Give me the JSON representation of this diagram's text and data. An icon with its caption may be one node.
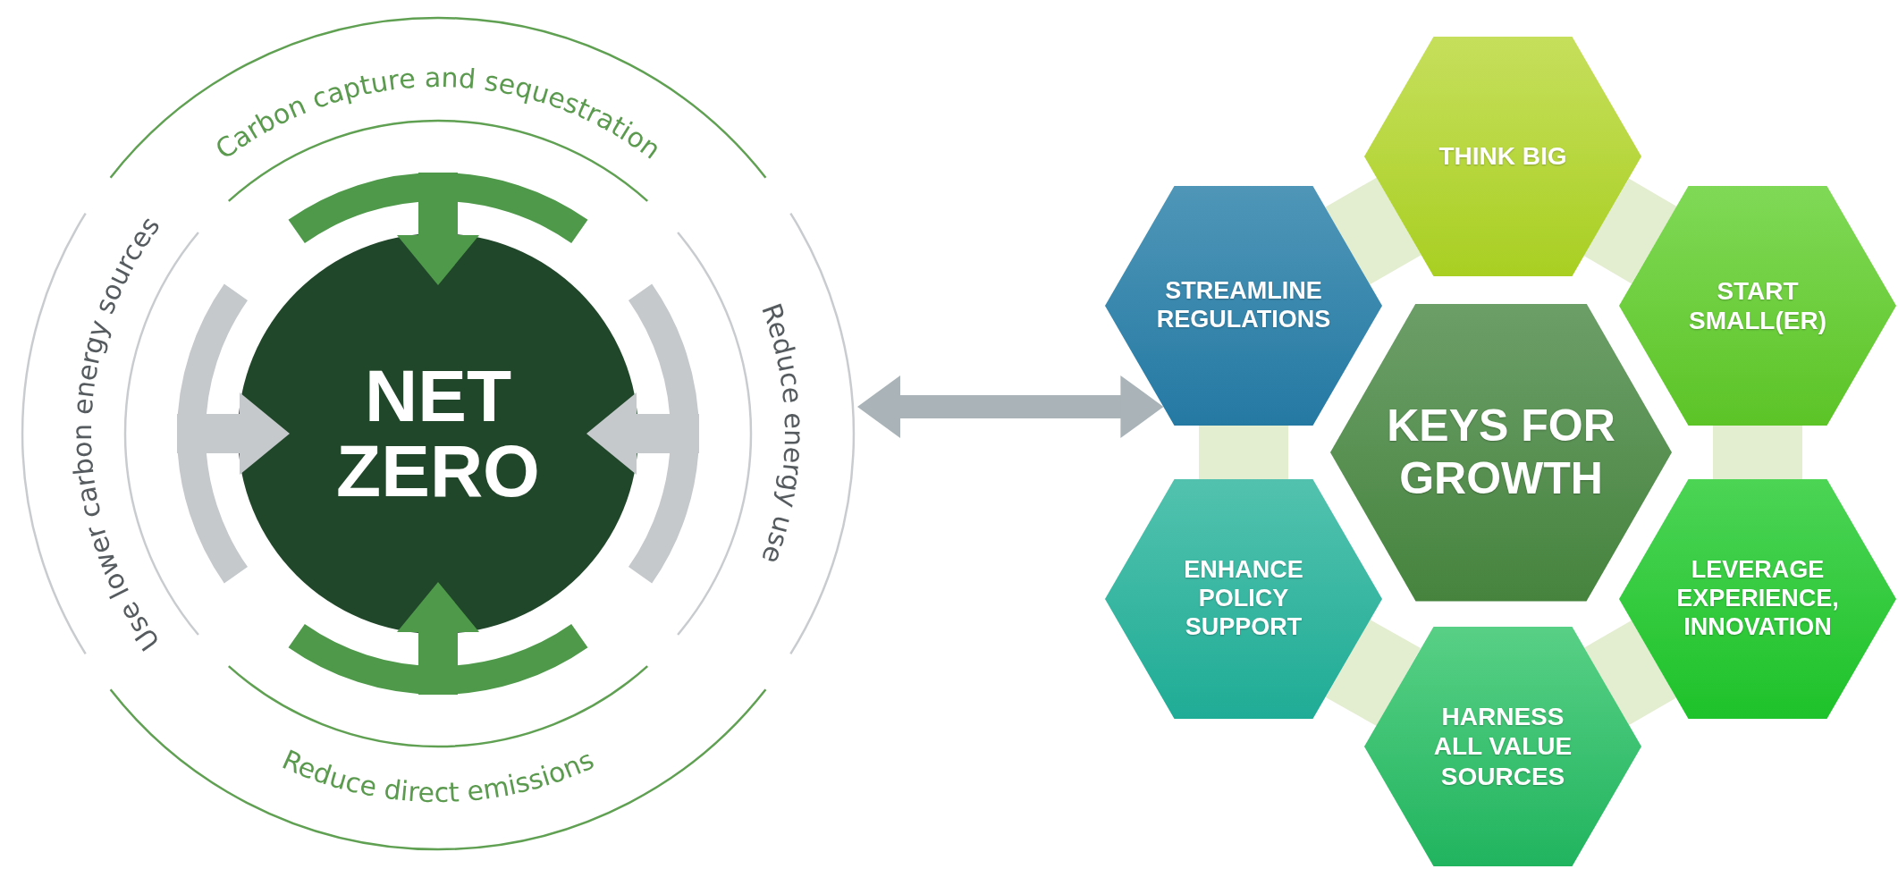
{
  "diagram": {
    "nodes": [
      {
        "text": [],
        "shape": "circle"
      },
      {
        "text": [
          "NET ZERO"
        ],
        "in": 0
      },
      {
        "text": [
          "THINK BIG"
        ]
      },
      {
        "text": [
          "STREAMLINE REGULATIONS"
        ]
      },
      {
        "text": [
          "START SMALL(ER)"
        ]
      },
      {
        "text": [
          "KEYS FOR GROWTH"
        ]
      },
      {
        "text": [
          "ENHANCE POLICY SUPPORT"
        ]
      },
      {
        "text": [
          "LEVERAGE EXPERIENCE, INNOVATION"
        ]
      },
      {
        "text": [
          "HARNESS ALL VALUE SOURCES"
        ]
      }
    ],
    "edges": [
      {
        "from": 0,
        "to": 3,
        "arrow": "both"
      },
      {
        "from": 3,
        "to": 2,
        "arrow": "none",
        "color": "#e3edcf"
      },
      {
        "from": 2,
        "to": 4,
        "arrow": "none",
        "color": "#e3edcf"
      },
      {
        "from": 4,
        "to": 7,
        "arrow": "none",
        "color": "#e3edcf"
      },
      {
        "from": 7,
        "to": 8,
        "arrow": "none",
        "color": "#e3edcf"
      },
      {
        "from": 8,
        "to": 6,
        "arrow": "none",
        "color": "#e3edcf"
      },
      {
        "from": 6,
        "to": 3,
        "arrow": "none",
        "color": "#e3edcf"
      }
    ],
    "labels": [
      "Carbon capture and sequestration",
      "Use lower carbon energy sources",
      "Reduce energy use",
      "Reduce direct emissions"
    ]
  }
}
